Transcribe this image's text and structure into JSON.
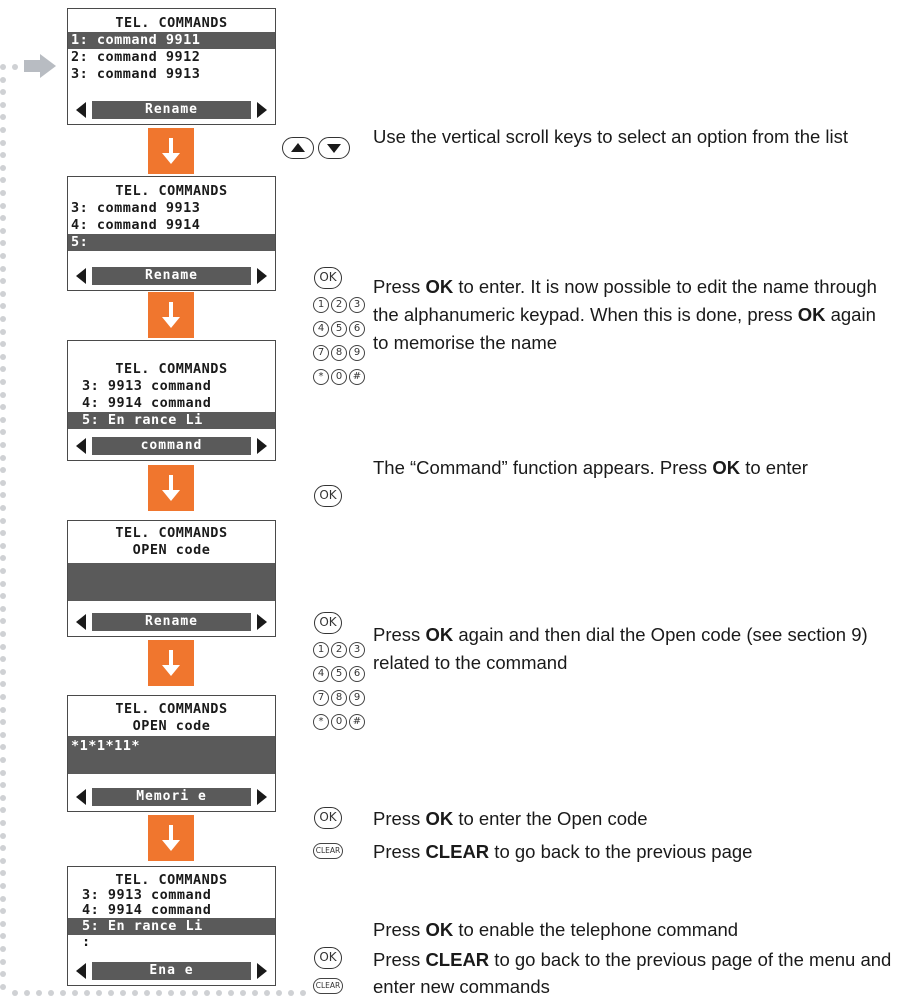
{
  "screens": [
    {
      "lines": [
        "TEL. COMMANDS",
        "1: command 9911",
        "2: command 9912",
        "3: command 9913"
      ],
      "softkey": "Rename"
    },
    {
      "lines": [
        "TEL. COMMANDS",
        "3: command 9913",
        "4: command 9914",
        "5:"
      ],
      "softkey": "Rename"
    },
    {
      "lines": [
        "TEL. COMMANDS",
        "3: 9913 command",
        "4: 9914 command",
        "5: En rance Li"
      ],
      "softkey": "command"
    },
    {
      "lines": [
        "TEL. COMMANDS",
        "OPEN code"
      ],
      "softkey": "Rename"
    },
    {
      "lines": [
        "TEL. COMMANDS",
        "OPEN code",
        "*1*1*11*"
      ],
      "softkey": "Memori e"
    },
    {
      "lines": [
        "TEL. COMMANDS",
        "3: 9913 command",
        "4: 9914 command",
        "5: En rance Li",
        ":"
      ],
      "softkey": "Ena e"
    }
  ],
  "keys": {
    "ok": "OK",
    "clear": "CLEAR",
    "keypad": [
      "1",
      "2",
      "3",
      "4",
      "5",
      "6",
      "7",
      "8",
      "9",
      "*",
      "0",
      "#"
    ]
  },
  "instructions": {
    "scroll": "Use the vertical scroll keys to select an option from the list",
    "edit_1": "Press ",
    "edit_ok": "OK",
    "edit_2": " to enter. It is now possible to edit the name through the alphanumeric keypad. When this is done, press ",
    "edit_ok2": "OK",
    "edit_3": " again to memorise the name",
    "command_1": "The “Command” function appears. Press ",
    "command_ok": "OK",
    "command_2": " to enter",
    "open_1": "Press ",
    "open_ok": "OK",
    "open_2": " again and then dial the Open code (see section 9) related to the command",
    "enter_1": "Press ",
    "enter_ok": "OK",
    "enter_2": " to enter the Open code",
    "back_1": "Press ",
    "back_clear": "CLEAR",
    "back_2": " to go back to the previous page",
    "enable_1": "Press ",
    "enable_ok": "OK",
    "enable_2": " to enable the telephone command",
    "final_1": "Press ",
    "final_clear": "CLEAR",
    "final_2": " to go back to the previous page of the menu and enter new commands"
  },
  "colors": {
    "accent_orange": "#f0762e",
    "lcd_highlight": "#5a5a5a",
    "dot_grey": "#cfd1d4"
  }
}
